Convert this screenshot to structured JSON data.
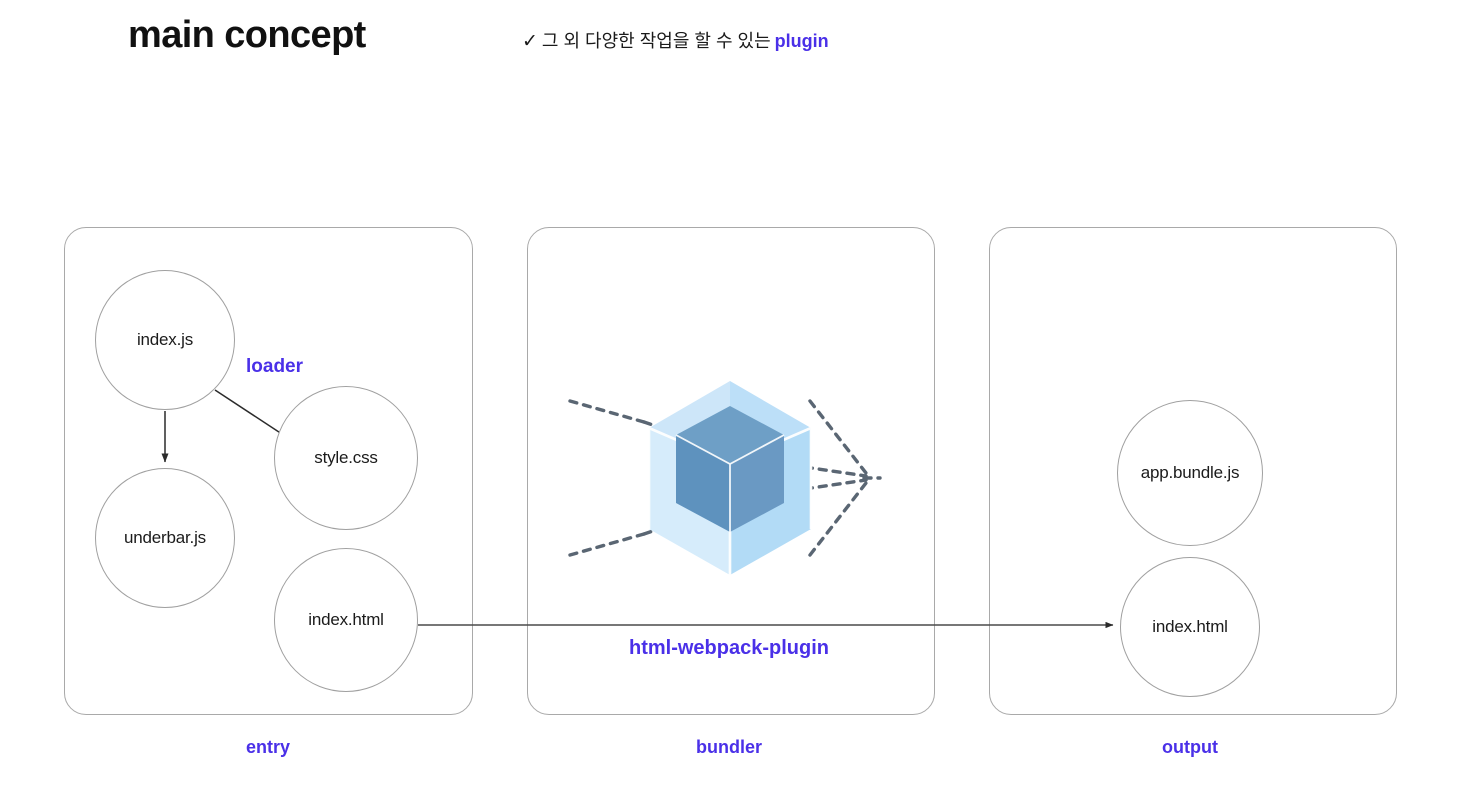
{
  "header": {
    "title": "main concept",
    "note_check_icon": "check-mark-icon",
    "note_text": "그 외 다양한 작업을 할 수 있는",
    "note_accent": "plugin"
  },
  "colors": {
    "accent": "#4A30E8",
    "panel_border": "#A9A9A9",
    "node_border": "#A0A0A0",
    "arrow": "#333333",
    "webpack_outer": "#BFE0F7",
    "webpack_outer_light": "#D9EDFB",
    "webpack_outer_mid": "#B4DDF7",
    "webpack_inner_top": "#6E9FC6",
    "webpack_inner_left": "#5D90BC",
    "webpack_inner_right": "#6796C2",
    "webpack_dash": "#5A6673"
  },
  "panels": [
    {
      "id": "entry",
      "caption": "entry",
      "nodes": [
        {
          "id": "index-js",
          "label": "index.js"
        },
        {
          "id": "underbar-js",
          "label": "underbar.js"
        },
        {
          "id": "style-css",
          "label": "style.css"
        },
        {
          "id": "index-html-in",
          "label": "index.html"
        }
      ]
    },
    {
      "id": "bundler",
      "caption": "bundler",
      "logo": "webpack-cube-logo",
      "nodes": []
    },
    {
      "id": "output",
      "caption": "output",
      "nodes": [
        {
          "id": "app-bundle-js",
          "label": "app.bundle.js"
        },
        {
          "id": "index-html-out",
          "label": "index.html"
        }
      ]
    }
  ],
  "edges": [
    {
      "id": "index-js-to-underbar-js",
      "label": ""
    },
    {
      "id": "index-js-to-style-css",
      "label": "loader"
    },
    {
      "id": "index-html-to-index-html",
      "label": "html-webpack-plugin"
    }
  ],
  "labels": {
    "loader": "loader",
    "html_webpack_plugin": "html-webpack-plugin"
  }
}
